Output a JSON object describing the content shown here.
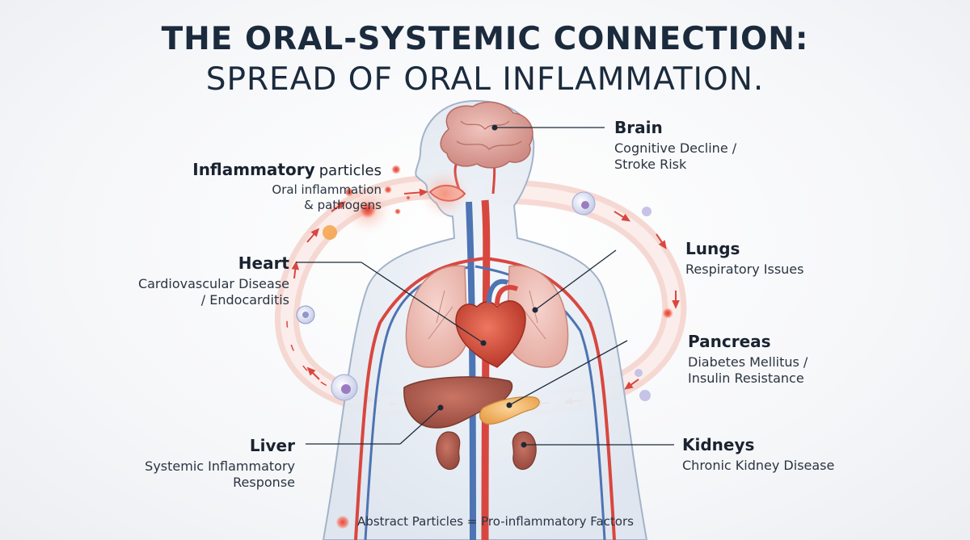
{
  "title": {
    "line1": "THE ORAL-SYSTEMIC CONNECTION:",
    "line2": "SPREAD OF ORAL INFLAMMATION."
  },
  "labels": {
    "brain": {
      "head": "Brain",
      "desc1": "Cognitive Decline /",
      "desc2": "Stroke Risk"
    },
    "lungs": {
      "head": "Lungs",
      "desc1": "Respiratory Issues"
    },
    "pancreas": {
      "head": "Pancreas",
      "desc1": "Diabetes Mellitus /",
      "desc2": "Insulin Resistance"
    },
    "kidneys": {
      "head": "Kidneys",
      "desc1": "Chronic Kidney Disease"
    },
    "heart": {
      "head": "Heart",
      "desc1": "Cardiovascular Disease",
      "desc2": "/ Endocarditis"
    },
    "liver": {
      "head": "Liver",
      "desc1": "Systemic Inflammatory",
      "desc2": "Response"
    },
    "inflammatory": {
      "head_bold": "Inflammatory",
      "head_rest": "particles",
      "desc1": "Oral inflammation",
      "desc2": "& pathogens"
    }
  },
  "legend": {
    "text": "Abstract Particles = Pro-inflammatory Factors"
  },
  "colors": {
    "artery": "#d8473f",
    "vein": "#4d74b3",
    "organ": "#b5564c",
    "body_outline": "#9fb0c6"
  }
}
